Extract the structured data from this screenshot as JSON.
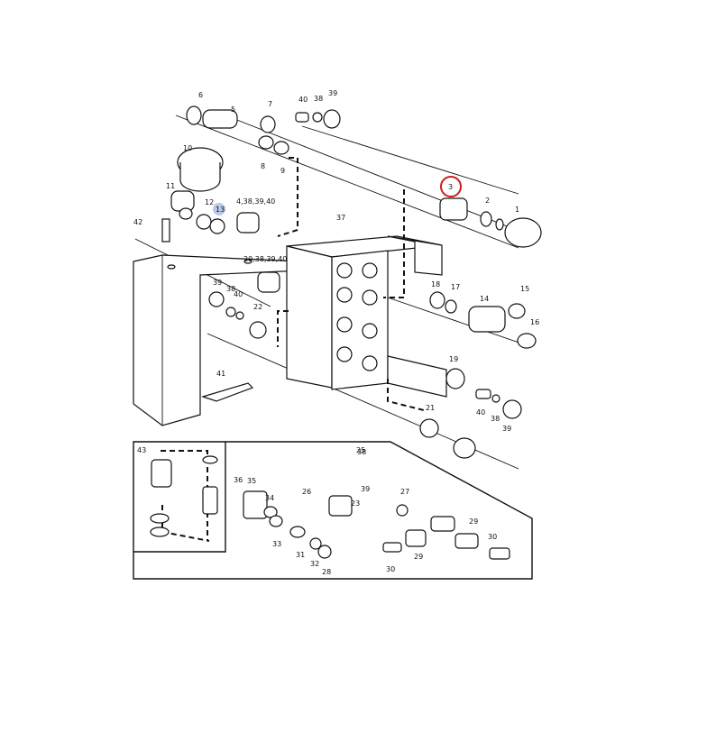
{
  "diagram": {
    "highlight": {
      "red_callout": "3",
      "blue_callout": "13",
      "red_color": "#d01818",
      "blue_color": "#bcc8e8"
    },
    "callouts_main": [
      "1",
      "2",
      "3",
      "4,38,39,40",
      "5",
      "6",
      "7",
      "8",
      "9",
      "10",
      "11",
      "12",
      "13",
      "14",
      "15",
      "16",
      "17",
      "18",
      "19",
      "20,38,39,40",
      "21",
      "22",
      "37",
      "38",
      "38",
      "38",
      "38",
      "39",
      "39",
      "39",
      "39",
      "40",
      "40",
      "40",
      "41",
      "42"
    ],
    "callouts_inset": [
      "23",
      "25",
      "26",
      "27",
      "28",
      "29",
      "29",
      "30",
      "30",
      "31",
      "32",
      "33",
      "34",
      "35",
      "36",
      "43"
    ]
  }
}
